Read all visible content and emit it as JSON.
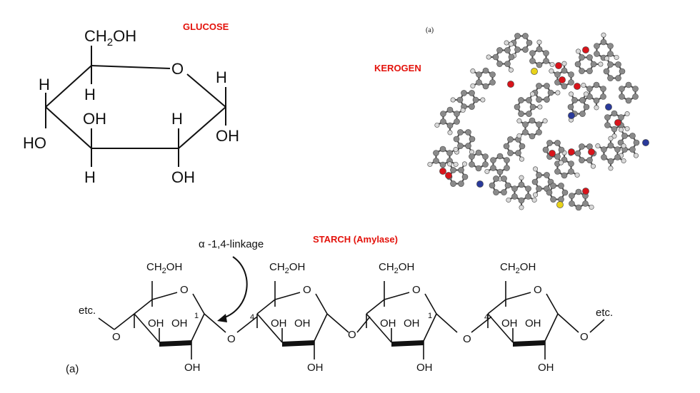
{
  "titles": {
    "glucose": "GLUCOSE",
    "kerogen": "KEROGEN",
    "starch": "STARCH (Amylase)"
  },
  "glucose": {
    "ch2oh_prefix": "CH",
    "ch2oh_sub": "2",
    "ch2oh_suffix": "OH",
    "ring_o": "O",
    "h": "H",
    "oh": "OH",
    "ho": "HO"
  },
  "kerogen": {
    "caption": "(a)"
  },
  "starch": {
    "linkage_label": "α -1,4-linkage",
    "etc": "etc.",
    "caption": "(a)",
    "ch2oh_prefix": "CH",
    "ch2oh_sub": "2",
    "ch2oh_suffix": "OH",
    "ring_o": "O",
    "bridge_o": "O",
    "oh": "OH",
    "n1": "1",
    "n4": "4"
  },
  "colors": {
    "title": "#e3120b",
    "carbon": "#8a8a8a",
    "hydrogen": "#d9d9d9",
    "oxygen": "#d8141b",
    "nitrogen": "#2a3a9a",
    "sulfur": "#e8d21a"
  }
}
